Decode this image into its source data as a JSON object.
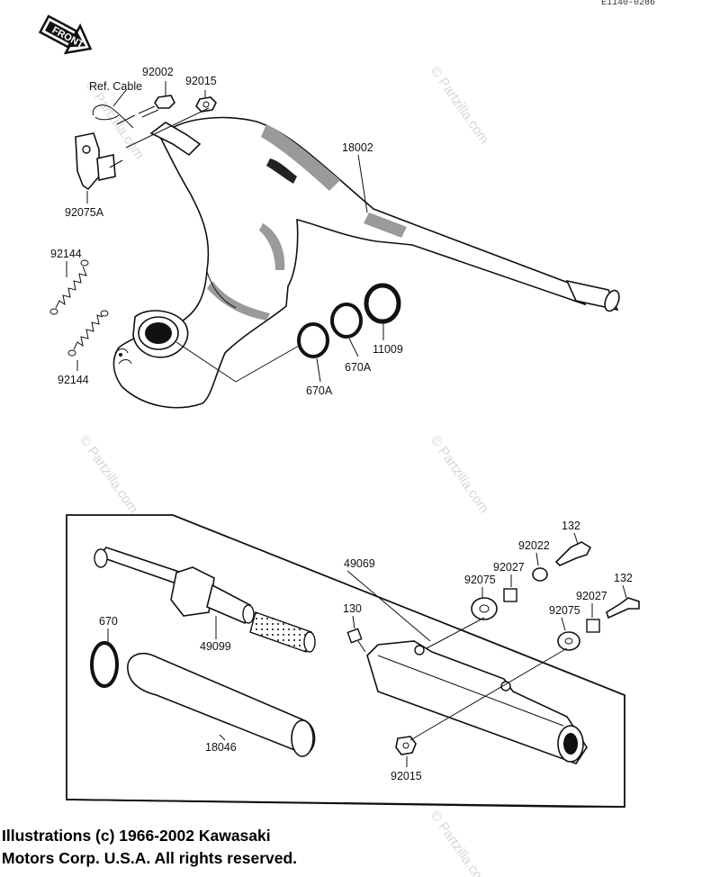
{
  "figure_code": "E1140-0286",
  "front_arrow_text": "FRONT",
  "watermark": "© Partzilla.com",
  "copyright": {
    "line1": "Illustrations (c) 1966-2002 Kawasaki",
    "line2": "Motors Corp. U.S.A.  All rights reserved."
  },
  "parts": {
    "p92002": "92002",
    "ref_cable": "Ref. Cable",
    "p92015_top": "92015",
    "p18002": "18002",
    "p92075A": "92075A",
    "p92144_a": "92144",
    "p92144_b": "92144",
    "p11009": "11009",
    "p670A_a": "670A",
    "p670A_b": "670A",
    "p49069": "49069",
    "p670": "670",
    "p49099": "49099",
    "p18046": "18046",
    "p130": "130",
    "p92075_a": "92075",
    "p92027_a": "92027",
    "p92022": "92022",
    "p132_a": "132",
    "p132_b": "132",
    "p92027_b": "92027",
    "p92075_b": "92075",
    "p92015_bottom": "92015"
  }
}
